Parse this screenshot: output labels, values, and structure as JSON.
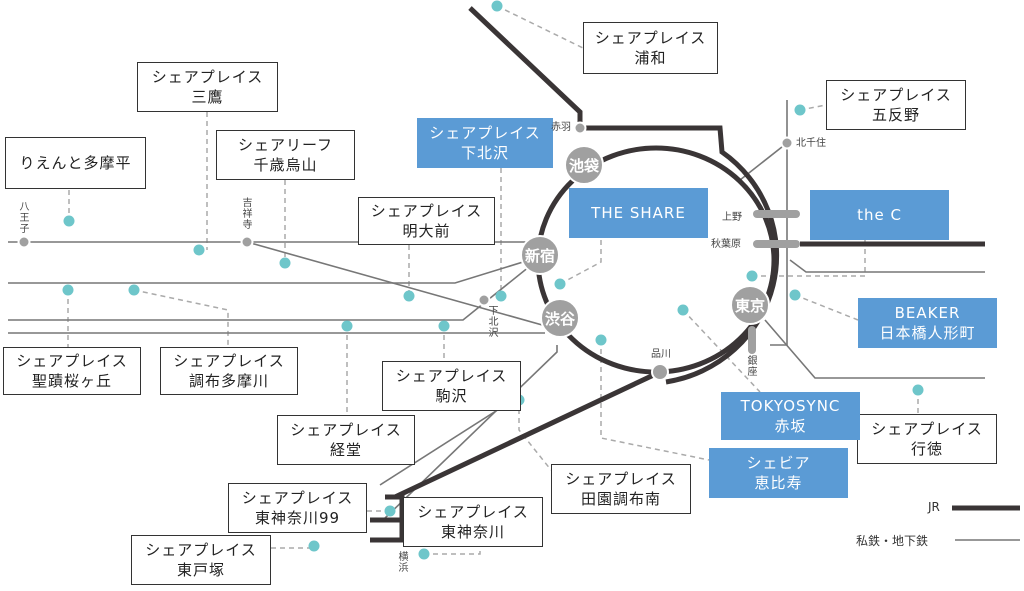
{
  "places": [
    {
      "lines": [
        "シェアプレイス",
        "浦和"
      ],
      "style": "white"
    },
    {
      "lines": [
        "シェアプレイス",
        "三鷹"
      ],
      "style": "white"
    },
    {
      "lines": [
        "りえんと多摩平"
      ],
      "style": "white"
    },
    {
      "lines": [
        "シェアリーフ",
        "千歳烏山"
      ],
      "style": "white"
    },
    {
      "lines": [
        "シェアプレイス",
        "明大前"
      ],
      "style": "white"
    },
    {
      "lines": [
        "シェアプレイス",
        "五反野"
      ],
      "style": "white"
    },
    {
      "lines": [
        "シェアプレイス",
        "聖蹟桜ヶ丘"
      ],
      "style": "white"
    },
    {
      "lines": [
        "シェアプレイス",
        "調布多摩川"
      ],
      "style": "white"
    },
    {
      "lines": [
        "シェアプレイス",
        "駒沢"
      ],
      "style": "white"
    },
    {
      "lines": [
        "シェアプレイス",
        "経堂"
      ],
      "style": "white"
    },
    {
      "lines": [
        "シェアプレイス",
        "東神奈川99"
      ],
      "style": "white"
    },
    {
      "lines": [
        "シェアプレイス",
        "東戸塚"
      ],
      "style": "white"
    },
    {
      "lines": [
        "シェアプレイス",
        "東神奈川"
      ],
      "style": "white"
    },
    {
      "lines": [
        "シェアプレイス",
        "田園調布南"
      ],
      "style": "white"
    },
    {
      "lines": [
        "シェアプレイス",
        "行徳"
      ],
      "style": "white"
    },
    {
      "lines": [
        "シェアプレイス",
        "下北沢"
      ],
      "style": "blue"
    },
    {
      "lines": [
        "THE SHARE"
      ],
      "style": "blue"
    },
    {
      "lines": [
        "the C"
      ],
      "style": "blue"
    },
    {
      "lines": [
        "BEAKER",
        "日本橋人形町"
      ],
      "style": "blue"
    },
    {
      "lines": [
        "TOKYOSYNC",
        "赤坂"
      ],
      "style": "blue"
    },
    {
      "lines": [
        "シェビア",
        "恵比寿"
      ],
      "style": "blue"
    }
  ],
  "major_stations": [
    "池袋",
    "新宿",
    "渋谷",
    "東京"
  ],
  "minor_stations": [
    "八王子",
    "吉祥寺",
    "下北沢",
    "赤羽",
    "北千住",
    "上野",
    "秋葉原",
    "品川",
    "銀座",
    "横浜"
  ],
  "legend": {
    "jr": "JR",
    "private": "私鉄・地下鉄"
  },
  "colors": {
    "blue_box": "#5b9bd5",
    "property_dot": "#6ec6ca",
    "station": "#a0a0a0",
    "jr_line": "#3a3536",
    "private_line": "#777777"
  }
}
